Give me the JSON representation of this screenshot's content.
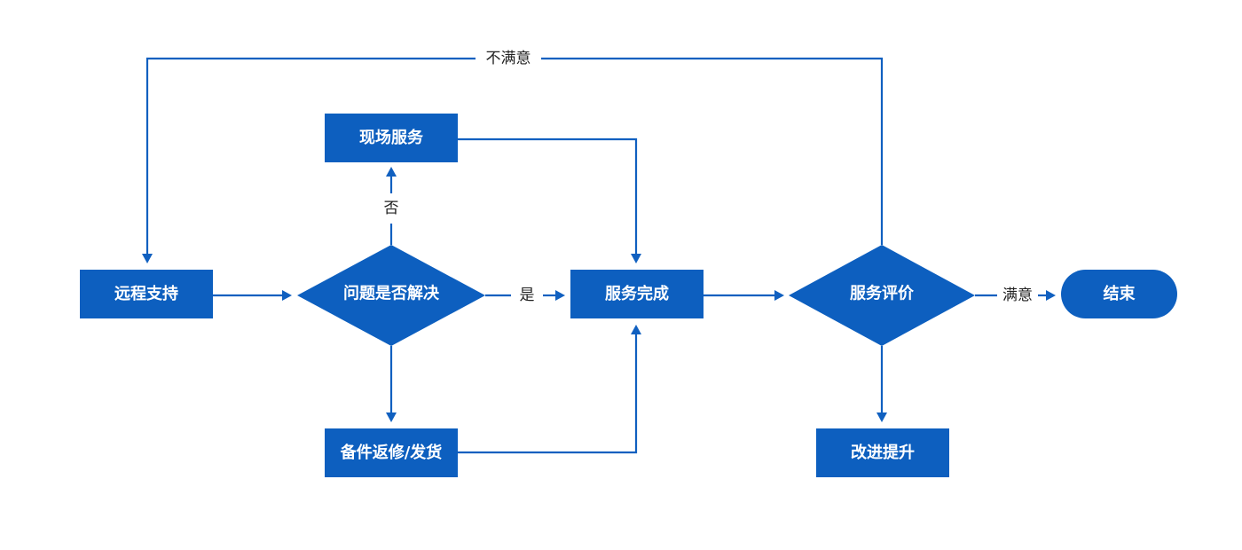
{
  "colors": {
    "node_fill": "#0d5fbf",
    "edge": "#1060c0",
    "label_text": "#222222",
    "node_text": "#ffffff",
    "background": "#ffffff"
  },
  "nodes": {
    "remote_support": "远程支持",
    "problem_solved": "问题是否解决",
    "onsite_service": "现场服务",
    "spare_parts": "备件返修/发货",
    "service_complete": "服务完成",
    "service_evaluation": "服务评价",
    "improve": "改进提升",
    "end": "结束"
  },
  "edge_labels": {
    "no": "否",
    "yes": "是",
    "satisfied": "满意",
    "unsatisfied": "不满意"
  }
}
